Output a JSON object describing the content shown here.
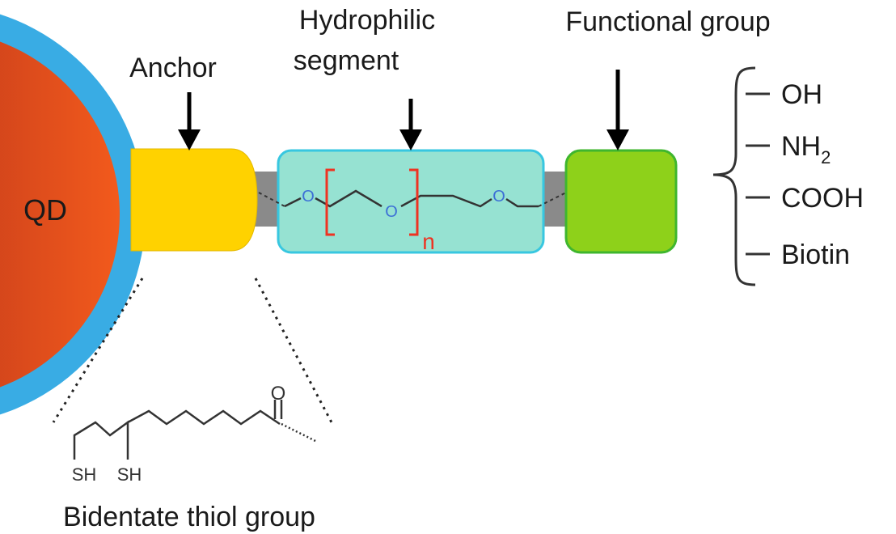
{
  "labels": {
    "qd": "QD",
    "anchor": "Anchor",
    "hydrophilic_line1": "Hydrophilic",
    "hydrophilic_line2": "segment",
    "functional_group": "Functional group",
    "bidentate": "Bidentate thiol group"
  },
  "peg": {
    "oxygen": "O",
    "repeat_subscript": "n"
  },
  "thiol": {
    "sh": "SH",
    "carbonyl_oxygen": "O"
  },
  "functional_options": [
    {
      "name": "OH",
      "subscript": ""
    },
    {
      "name": "NH",
      "subscript": "2"
    },
    {
      "name": "COOH",
      "subscript": ""
    },
    {
      "name": "Biotin",
      "subscript": ""
    }
  ],
  "colors": {
    "qd_core_dark": "#9a1f1a",
    "qd_core_light": "#f25a1c",
    "qd_shell": "#39ace4",
    "anchor": "#ffd200",
    "hydrophilic_fill": "#96e2d2",
    "hydrophilic_border": "#38c7e0",
    "functional_fill": "#8ed11a",
    "functional_border": "#3fb62e",
    "connector": "#8a8a8a",
    "oxygen": "#3c6fd6",
    "repeat_bracket": "#ee3322"
  }
}
